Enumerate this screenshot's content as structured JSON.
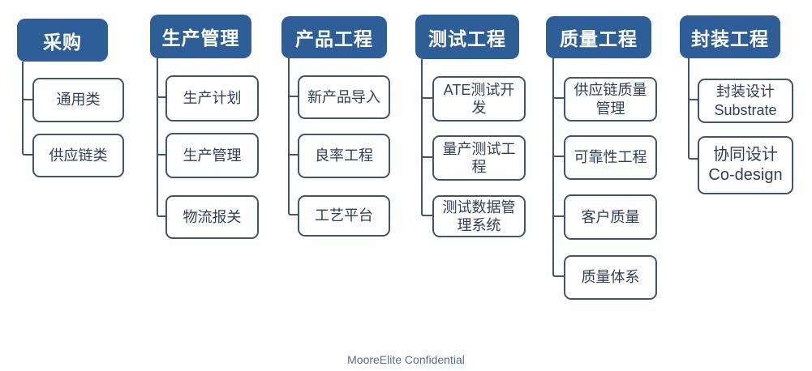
{
  "page": {
    "footer": "MooreElite Confidential"
  },
  "colors": {
    "header_bg": "#2E5E97",
    "header_text": "#FFFFFF",
    "box_border": "#44546A",
    "box_text": "#333F50",
    "connector": "#44546A",
    "footer_text": "#5E6F80",
    "page_bg": "#FFFFFF"
  },
  "columns": [
    {
      "title": "采购",
      "children": [
        {
          "label": "通用类"
        },
        {
          "label": "供应链类"
        }
      ]
    },
    {
      "title": "生产管理",
      "children": [
        {
          "label": "生产计划"
        },
        {
          "label": "生产管理"
        },
        {
          "label": "物流报关"
        }
      ]
    },
    {
      "title": "产品工程",
      "children": [
        {
          "label": "新产品导入"
        },
        {
          "label": "良率工程"
        },
        {
          "label": "工艺平台"
        }
      ]
    },
    {
      "title": "测试工程",
      "children": [
        {
          "label": "ATE测试开\n发"
        },
        {
          "label": "量产测试工\n程"
        },
        {
          "label": "测试数据管\n理系统"
        }
      ]
    },
    {
      "title": "质量工程",
      "children": [
        {
          "label": "供应链质量\n管理"
        },
        {
          "label": "可靠性工程"
        },
        {
          "label": "客户质量"
        },
        {
          "label": "质量体系"
        }
      ]
    },
    {
      "title": "封装工程",
      "children": [
        {
          "label": "封装设计\nSubstrate"
        },
        {
          "label": "协同设计\nCo-design"
        }
      ]
    }
  ]
}
